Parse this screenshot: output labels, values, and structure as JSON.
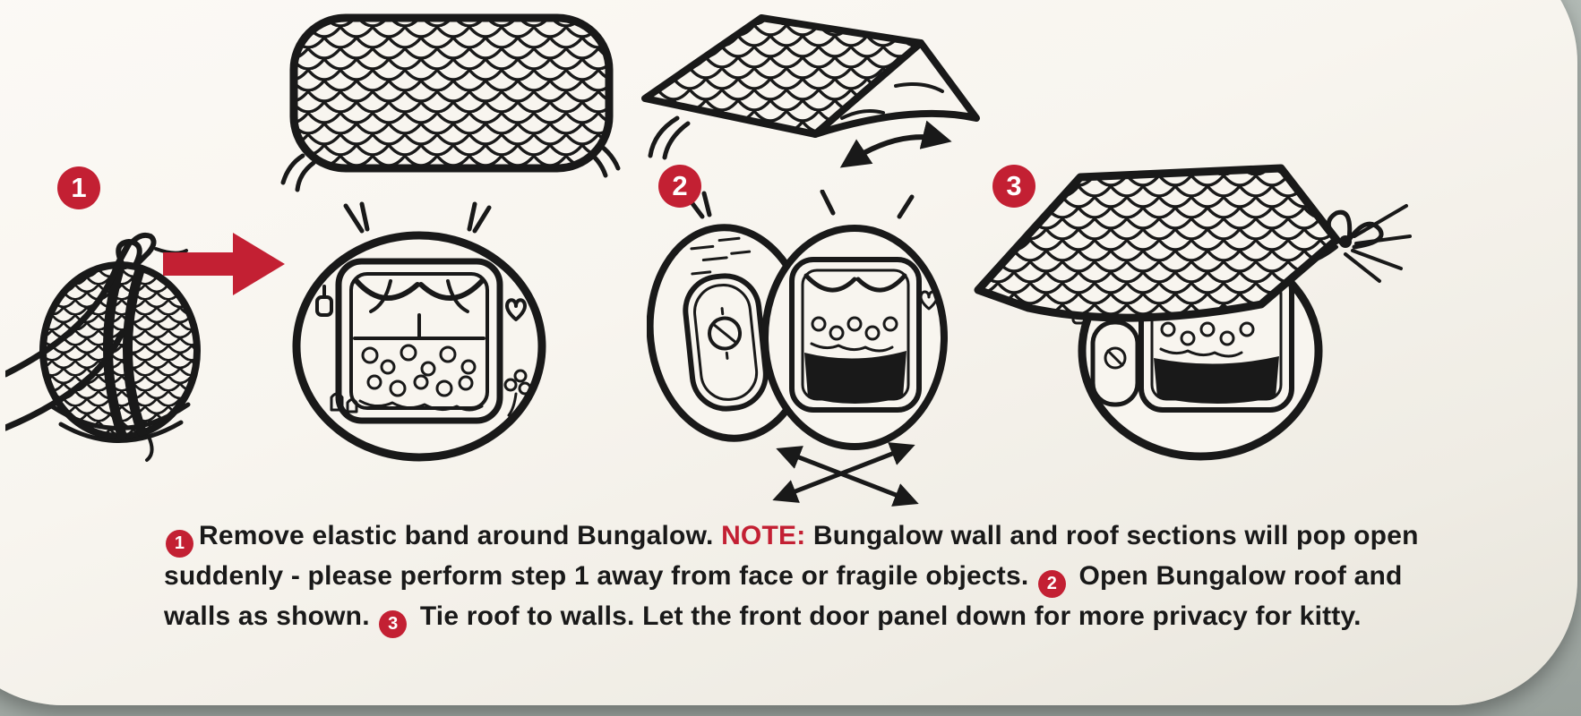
{
  "colors": {
    "red": "#c32033",
    "ink": "#191919",
    "paper": "#f8f5ef",
    "backdrop": "#b5bdb8"
  },
  "steps": [
    {
      "badge": "1"
    },
    {
      "badge": "2"
    },
    {
      "badge": "3"
    }
  ],
  "instructions": {
    "line1a": "Remove elastic band around Bungalow. ",
    "note_label": "NOTE:",
    "line1b": " Bungalow wall and roof sections will pop open",
    "line2a": "suddenly - please perform step 1 away from face or fragile objects. ",
    "line2b": " Open Bungalow roof and",
    "line3a": "walls as shown. ",
    "line3b": " Tie roof to walls. Let the front door panel down for more privacy for kitty."
  }
}
